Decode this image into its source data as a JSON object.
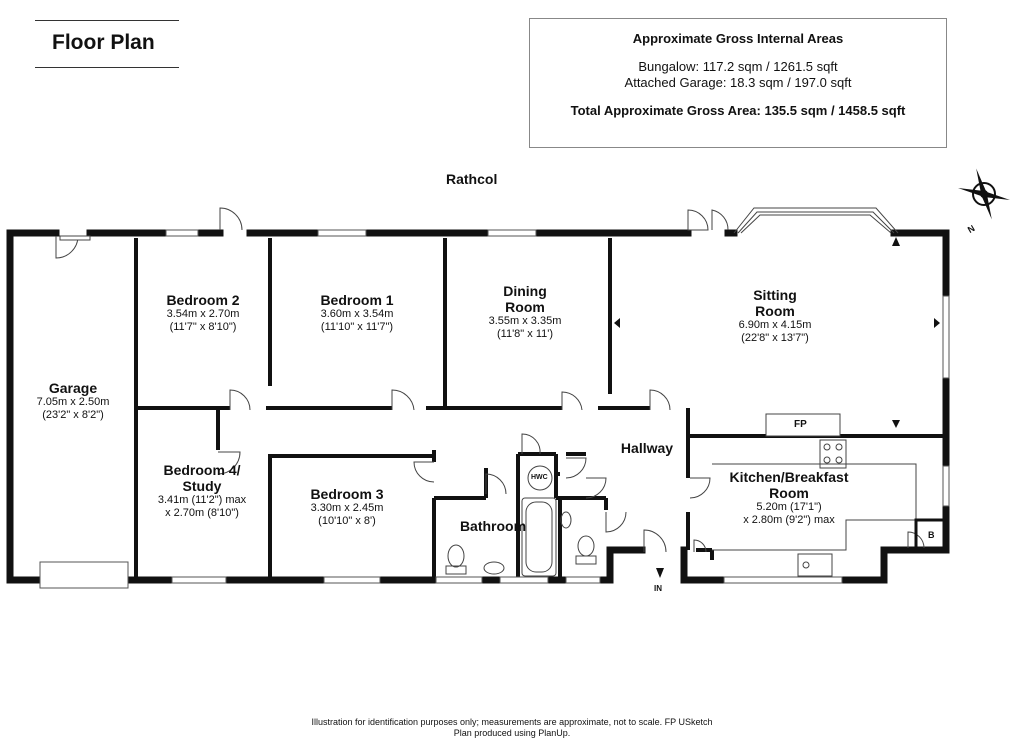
{
  "title": "Floor Plan",
  "areas": {
    "heading": "Approximate Gross Internal Areas",
    "bungalow": "Bungalow: 117.2 sqm / 1261.5 sqft",
    "garage": "Attached Garage: 18.3 sqm / 197.0 sqft",
    "total": "Total Approximate Gross Area: 135.5 sqm / 1458.5 sqft"
  },
  "street": "Rathcol",
  "compass_label": "N",
  "rooms": {
    "garage": {
      "name": "Garage",
      "dim": "7.05m x 2.50m",
      "imp": "(23'2\" x 8'2\")"
    },
    "bedroom2": {
      "name": "Bedroom 2",
      "dim": "3.54m x 2.70m",
      "imp": "(11'7\" x 8'10\")"
    },
    "bedroom1": {
      "name": "Bedroom 1",
      "dim": "3.60m x 3.54m",
      "imp": "(11'10\" x 11'7\")"
    },
    "dining": {
      "name1": "Dining",
      "name2": "Room",
      "dim": "3.55m x 3.35m",
      "imp": "(11'8\" x 11')"
    },
    "sitting": {
      "name1": "Sitting",
      "name2": "Room",
      "dim": "6.90m x 4.15m",
      "imp": "(22'8\" x 13'7\")"
    },
    "bedroom4": {
      "name1": "Bedroom 4/",
      "name2": "Study",
      "dim": "3.41m (11'2\") max",
      "imp": "x 2.70m (8'10\")"
    },
    "bedroom3": {
      "name": "Bedroom 3",
      "dim": "3.30m x 2.45m",
      "imp": "(10'10\" x 8')"
    },
    "bathroom": {
      "name": "Bathroom"
    },
    "hallway": {
      "name": "Hallway"
    },
    "kitchen": {
      "name1": "Kitchen/Breakfast",
      "name2": "Room",
      "dim": "5.20m (17'1\")",
      "imp": "x 2.80m (9'2\") max"
    }
  },
  "fixtures": {
    "fp": "FP",
    "hwc": "HWC",
    "boiler": "B",
    "entrance": "IN"
  },
  "footer": {
    "line1": "Illustration for identification purposes only; measurements are approximate, not to scale. FP USketch",
    "line2": "Plan produced using PlanUp."
  }
}
